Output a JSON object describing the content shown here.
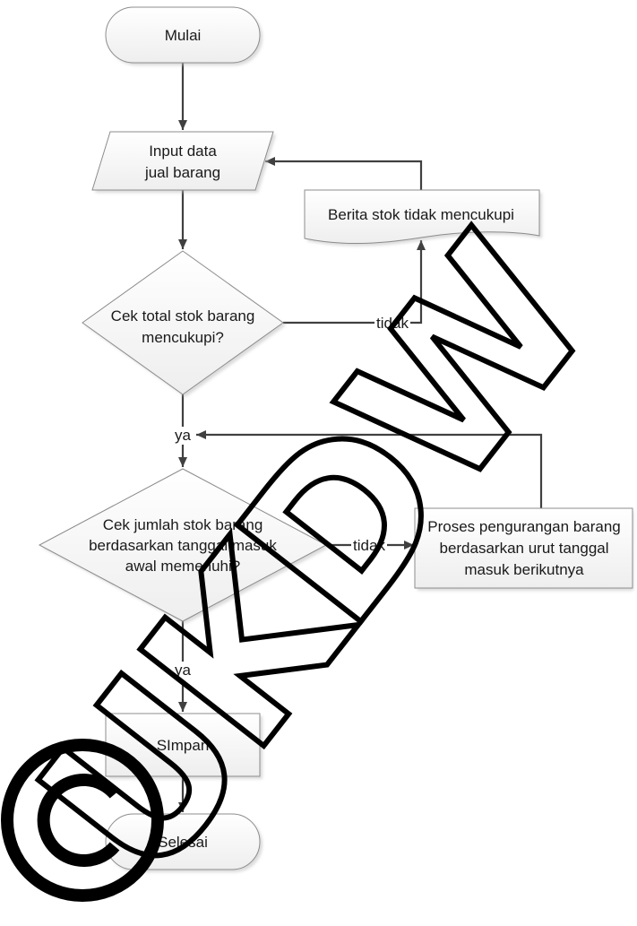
{
  "diagram": {
    "start": {
      "label": "Mulai"
    },
    "input": {
      "lines": [
        "Input data",
        "jual barang"
      ]
    },
    "check_total_stock": {
      "lines": [
        "Cek total stok barang",
        "mencukupi?"
      ]
    },
    "stock_message": {
      "label": "Berita stok tidak mencukupi"
    },
    "check_stock_by_date": {
      "lines": [
        "Cek jumlah stok barang",
        "berdasarkan tanggal masuk",
        "awal memenuhi?"
      ]
    },
    "reduce_process": {
      "lines": [
        "Proses pengurangan barang",
        "berdasarkan urut tanggal",
        "masuk berikutnya"
      ]
    },
    "save": {
      "label": "SImpan"
    },
    "end": {
      "label": "Selesai"
    }
  },
  "edge_labels": {
    "check_total_no": "tidak",
    "check_total_yes": "ya",
    "check_date_no": "tidak",
    "check_date_yes": "ya"
  },
  "watermark": {
    "text": "UKDW",
    "symbol": "©"
  },
  "colors": {
    "connector": "#404040",
    "shape_border": "#8c8c8c",
    "shape_fill_top": "#ffffff",
    "shape_fill_bottom": "#eeeeee",
    "watermark": "#000000"
  }
}
